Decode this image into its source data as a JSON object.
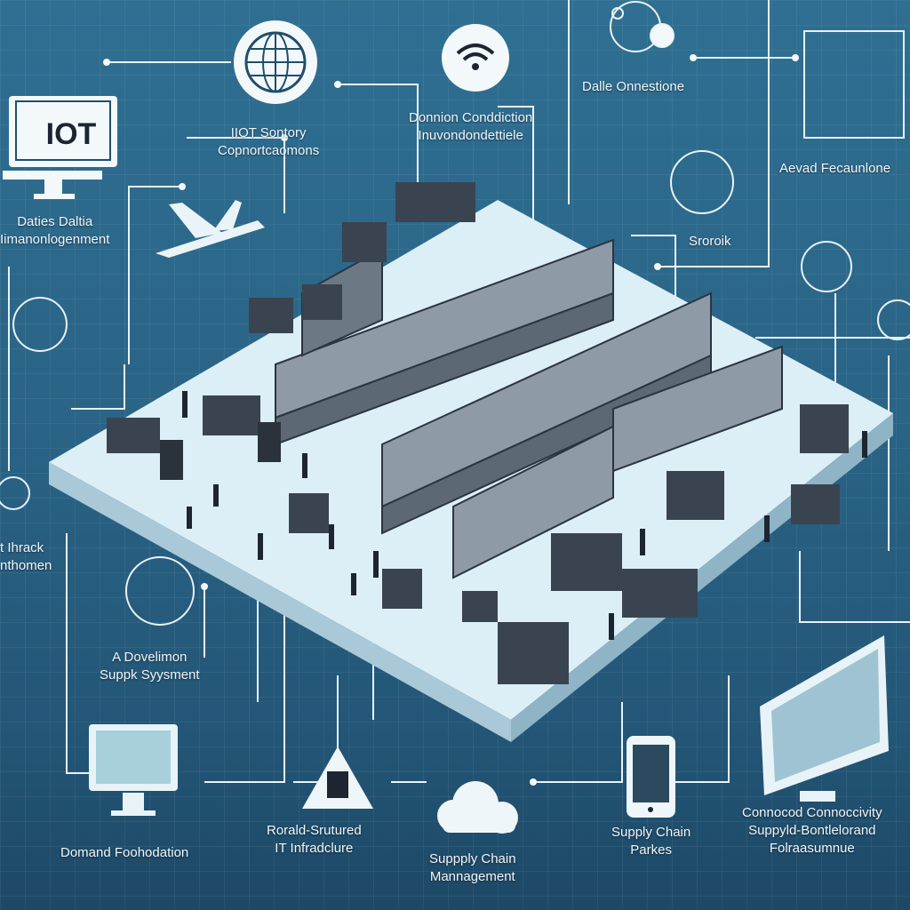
{
  "colors": {
    "background": "#2a6486",
    "platform": "#dbeef5",
    "line": "#e8f3f8",
    "box": "#3a4450"
  },
  "icons": [
    "globe-icon",
    "wifi-icon",
    "network-icon",
    "iot-monitor-icon",
    "airplane-icon",
    "truck-icon",
    "cloud-icon",
    "tablet-icon",
    "dashboard-monitor-icon",
    "warning-triangle-icon",
    "storage-dome-icon",
    "hub-icon"
  ],
  "monitor_text": "IOT",
  "labels": {
    "iot_sensory": [
      "IIOT Sontory",
      "Copnortcaomons"
    ],
    "domain_condition": [
      "Donnion Conddiction",
      "Inuvondondettiele"
    ],
    "data_connections": "Dalle Onnestione",
    "device_data": [
      "Daties Daltia",
      "Iimanonlogenment"
    ],
    "advanced": "Aevad Fecaunlone",
    "storage": "Sroroik",
    "track": [
      "t Ihrack",
      "nthomen"
    ],
    "supply_system": [
      "A Dovelimon",
      "Suppk Syysment"
    ],
    "demand": "Domand Foohodation",
    "it_infra": [
      "Rorald-Srutured",
      "IT Infradclure"
    ],
    "scm": [
      "Suppply Chain",
      "Mannagement"
    ],
    "supply_parkes": [
      "Supply Chain",
      "Parkes"
    ],
    "connected": [
      "Connocod Connoccivity",
      "Suppyld-Bontlelorand",
      "Folraasumnue"
    ]
  }
}
